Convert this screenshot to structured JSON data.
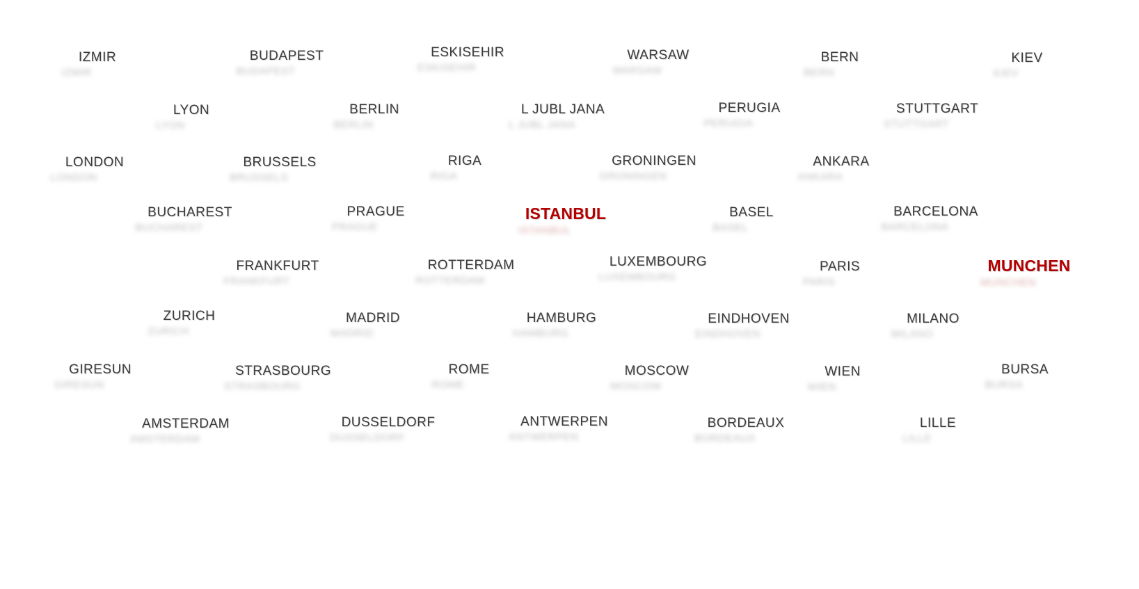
{
  "colors": {
    "background": "#ffffff",
    "text": "#3a3a3a",
    "highlight": "#b30000"
  },
  "highlighted": [
    "ISTANBUL",
    "MUNCHEN"
  ],
  "cities": [
    "IZMIR",
    "BUDAPEST",
    "ESKISEHIR",
    "WARSAW",
    "BERN",
    "KIEV",
    "LYON",
    "BERLIN",
    "L JUBL JANA",
    "PERUGIA",
    "STUTTGART",
    "LONDON",
    "BRUSSELS",
    "RIGA",
    "GRONINGEN",
    "ANKARA",
    "BUCHAREST",
    "PRAGUE",
    "ISTANBUL",
    "BASEL",
    "BARCELONA",
    "FRANKFURT",
    "ROTTERDAM",
    "LUXEMBOURG",
    "PARIS",
    "MUNCHEN",
    "ZURICH",
    "MADRID",
    "HAMBURG",
    "EINDHOVEN",
    "MILANO",
    "GIRESUN",
    "STRASBOURG",
    "ROME",
    "MOSCOW",
    "WIEN",
    "BURSA",
    "AMSTERDAM",
    "DUSSELDORF",
    "ANTWERPEN",
    "BORDEAUX",
    "LILLE"
  ]
}
